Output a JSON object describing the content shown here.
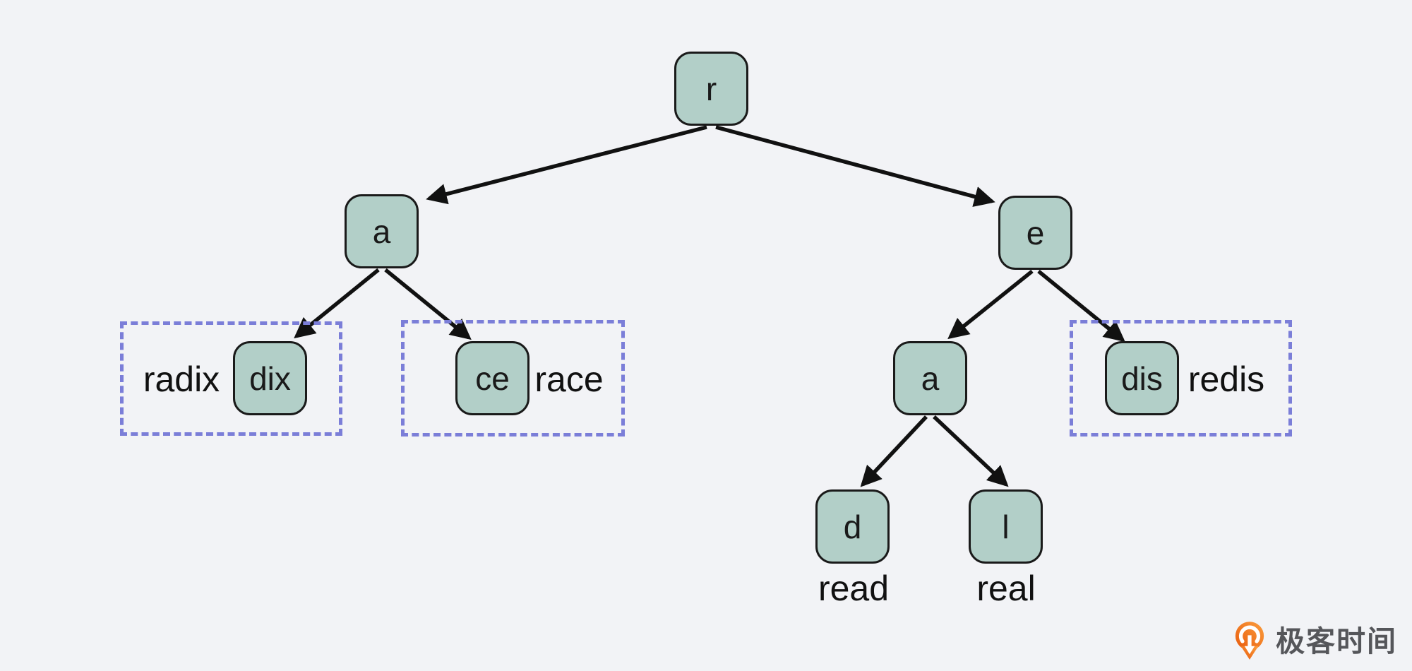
{
  "background": "#f2f3f6",
  "diagram": {
    "type": "radix-tree",
    "nodes": [
      {
        "id": "r",
        "label": "r"
      },
      {
        "id": "a-left",
        "label": "a"
      },
      {
        "id": "e",
        "label": "e"
      },
      {
        "id": "dix",
        "label": "dix"
      },
      {
        "id": "ce",
        "label": "ce"
      },
      {
        "id": "a-right",
        "label": "a"
      },
      {
        "id": "dis",
        "label": "dis"
      },
      {
        "id": "d",
        "label": "d"
      },
      {
        "id": "l",
        "label": "l"
      }
    ],
    "edges": [
      {
        "from": "r",
        "to": "a-left"
      },
      {
        "from": "r",
        "to": "e"
      },
      {
        "from": "a-left",
        "to": "dix"
      },
      {
        "from": "a-left",
        "to": "ce"
      },
      {
        "from": "e",
        "to": "a-right"
      },
      {
        "from": "e",
        "to": "dis"
      },
      {
        "from": "a-right",
        "to": "d"
      },
      {
        "from": "a-right",
        "to": "l"
      }
    ],
    "word_labels": [
      {
        "text": "radix",
        "position": "left-of-node-dix",
        "grouped": true
      },
      {
        "text": "race",
        "position": "right-of-node-ce",
        "grouped": true
      },
      {
        "text": "redis",
        "position": "right-of-node-dis",
        "grouped": true
      },
      {
        "text": "read",
        "position": "below-node-d",
        "grouped": false
      },
      {
        "text": "real",
        "position": "below-node-l",
        "grouped": false
      }
    ],
    "colors": {
      "node_fill": "#b2cfc8",
      "node_border": "#1a1a1a",
      "dashed_box_border": "#7b7ed8",
      "arrow": "#111111",
      "text": "#111111",
      "background": "#f2f3f6"
    }
  },
  "branding": {
    "logo_text": "极客时间",
    "logo_orange": "#f1750f",
    "logo_text_color": "#55565a"
  }
}
